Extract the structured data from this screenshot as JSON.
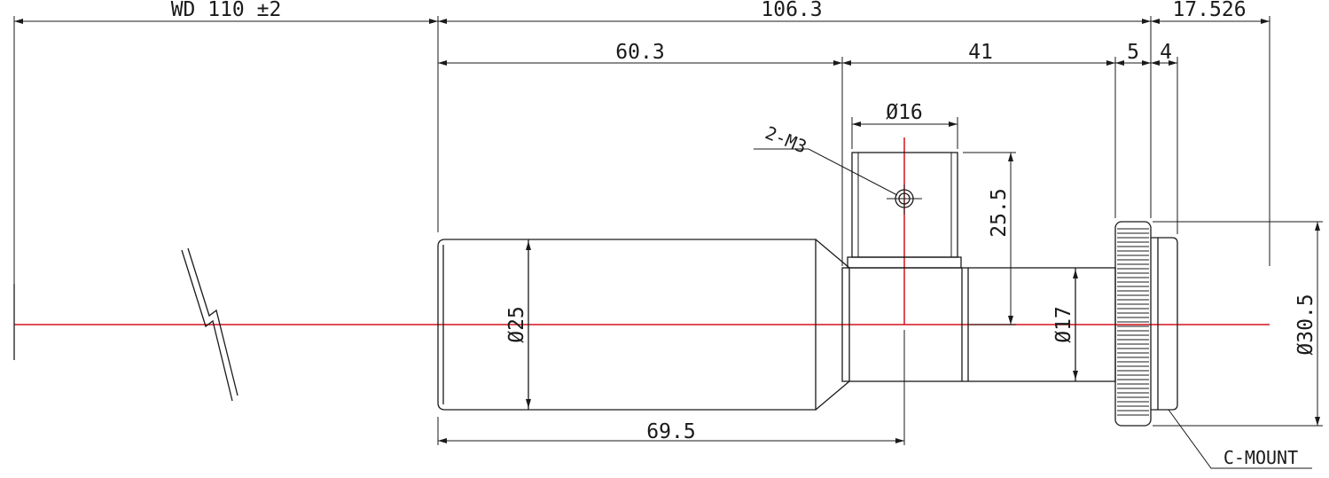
{
  "dimensions": {
    "working_distance": "WD 110 ±2",
    "total_length": "106.3",
    "flange_offset": "17.526",
    "front_length": "60.3",
    "mid_length": "41",
    "ring_width": "5",
    "mount_width": "4",
    "port_diameter": "Ø16",
    "port_height": "25.5",
    "tapped_hole": "2-M3",
    "front_diameter": "Ø25",
    "rear_diameter": "Ø17",
    "ring_diameter": "Ø30.5",
    "barrel_to_port": "69.5"
  },
  "labels": {
    "mount_type": "C-MOUNT"
  },
  "colors": {
    "line": "#1a1a1a",
    "axis": "#d4141b",
    "background": "#ffffff"
  }
}
